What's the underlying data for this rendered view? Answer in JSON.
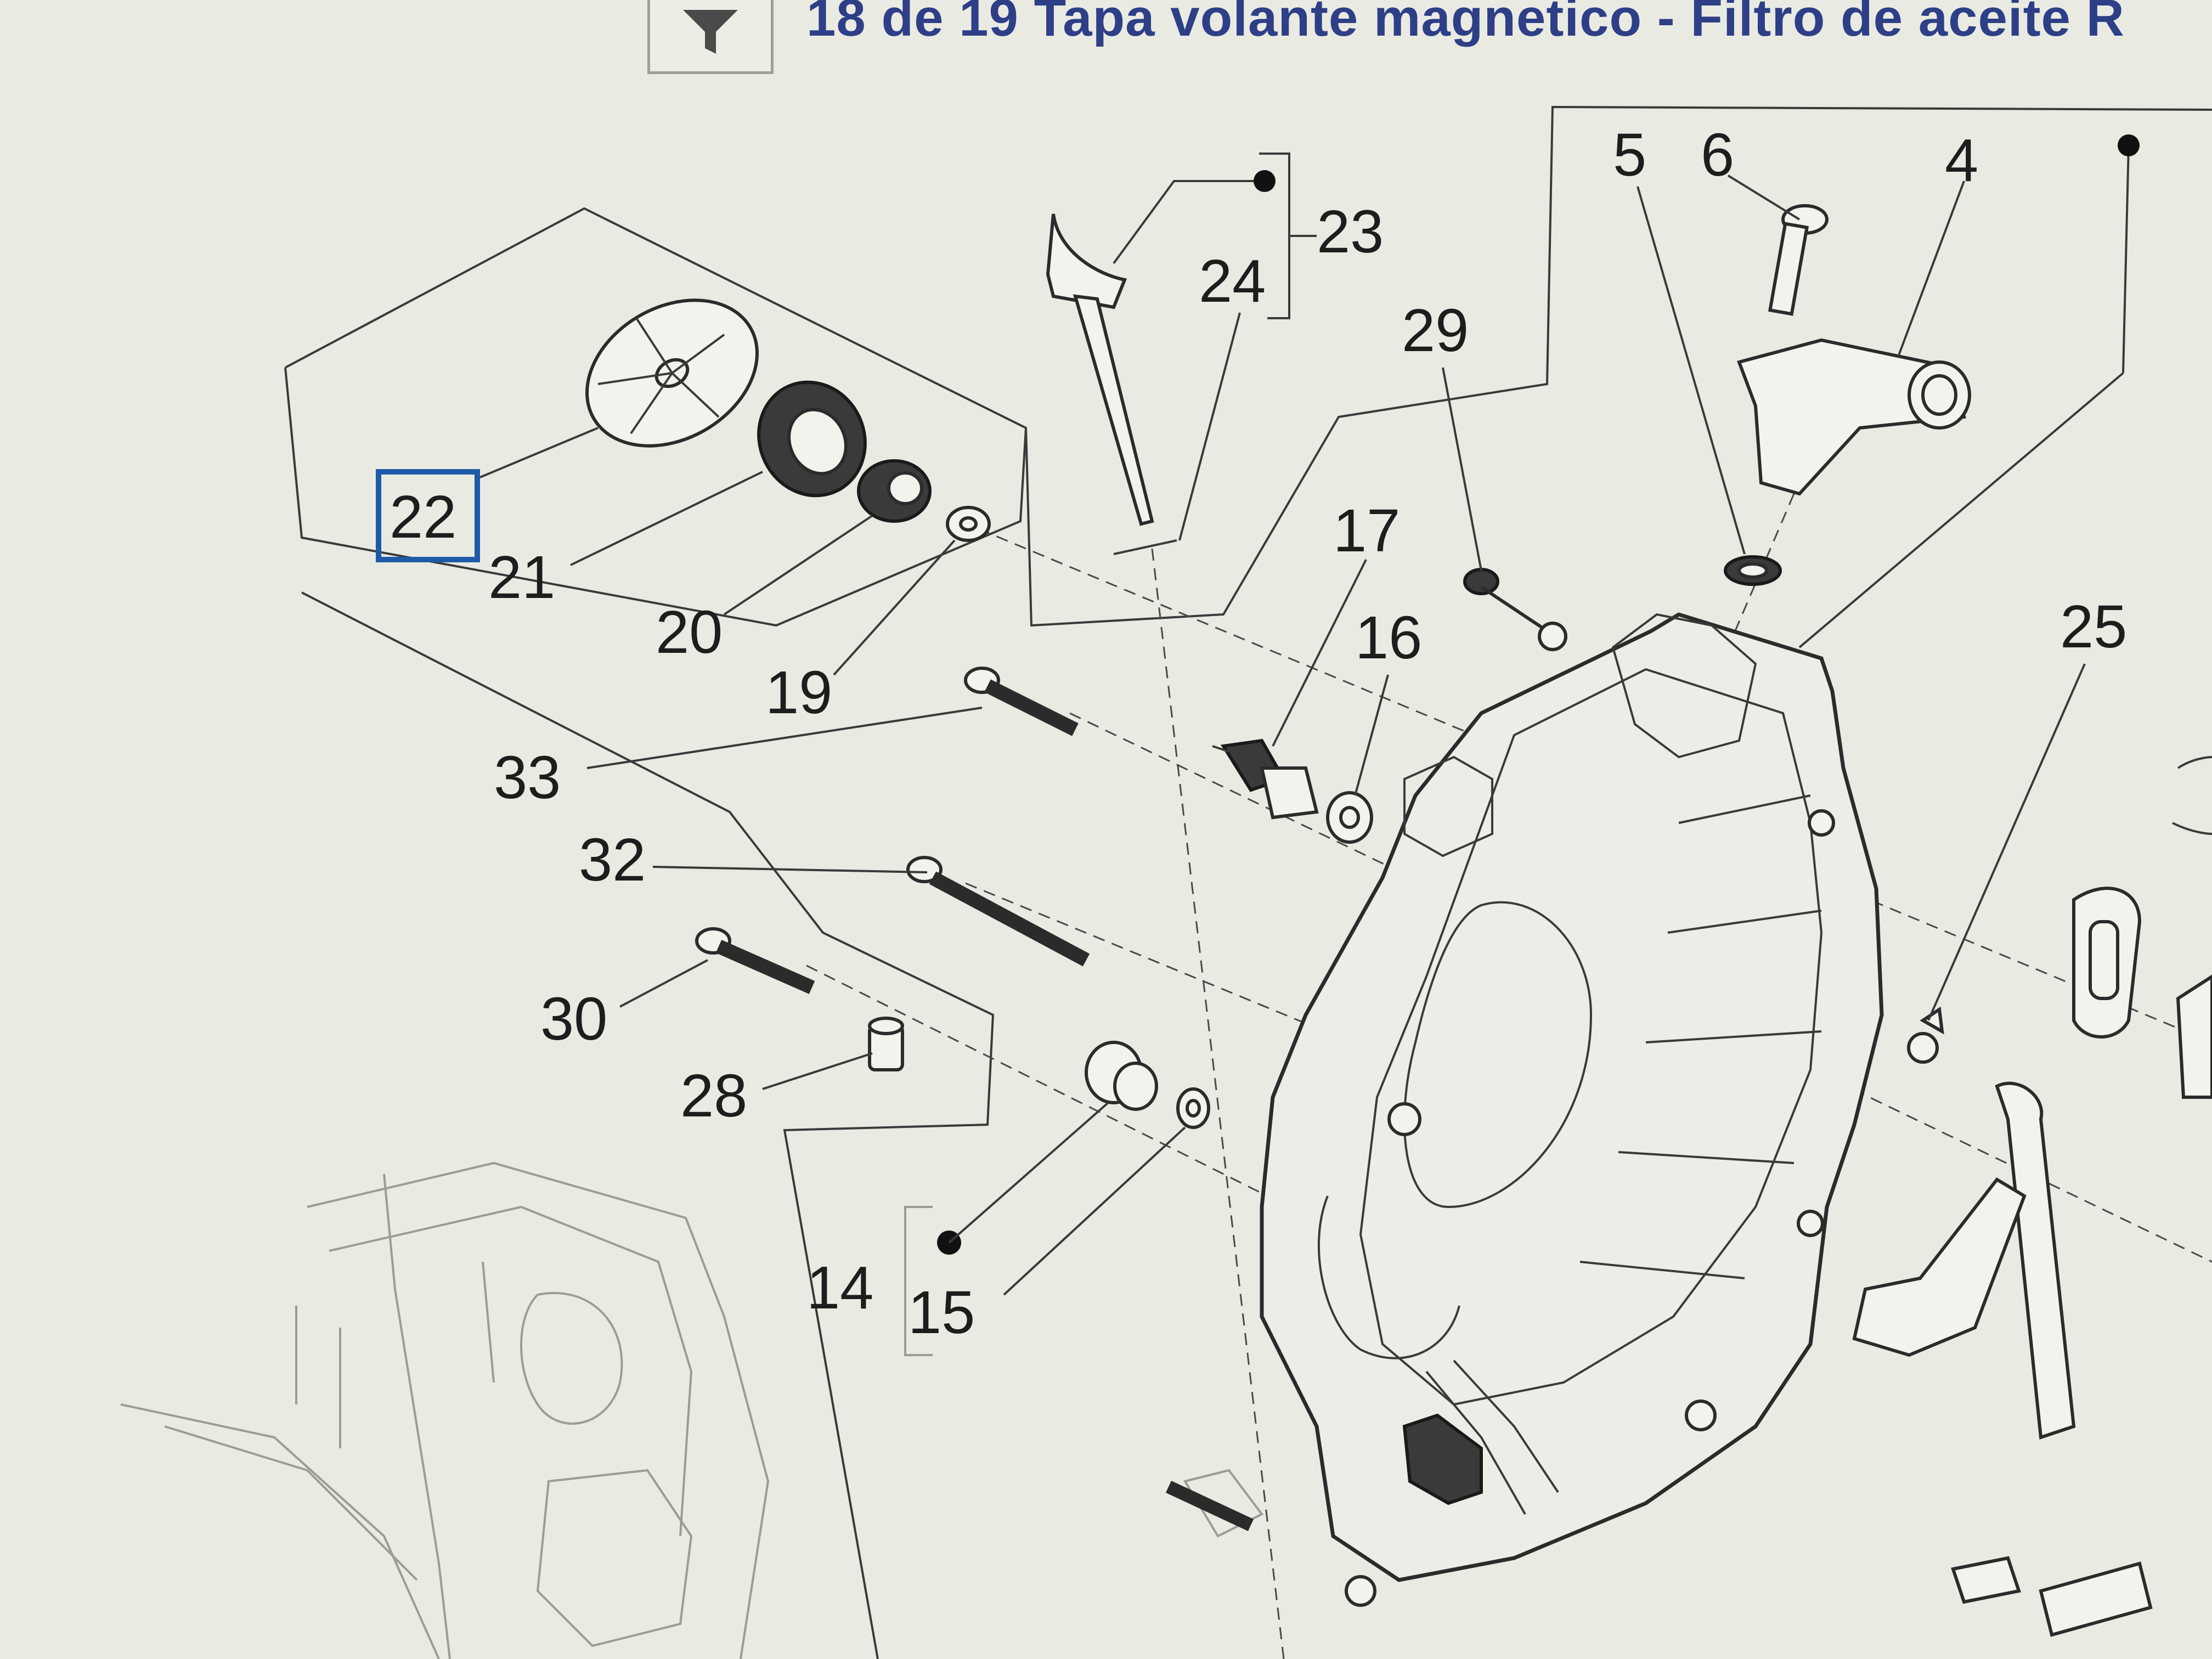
{
  "header": {
    "title": "18 de 19 Tapa volante magnetico - Filtro de aceite R",
    "filter_icon": "filter-icon"
  },
  "diagram": {
    "selected_label": "22",
    "labels": {
      "l22": "22",
      "l21": "21",
      "l20": "20",
      "l19": "19",
      "l23": "23",
      "l24": "24",
      "l29": "29",
      "l5": "5",
      "l6": "6",
      "l4": "4",
      "l17": "17",
      "l16": "16",
      "l25": "25",
      "l33": "33",
      "l32": "32",
      "l30": "30",
      "l28": "28",
      "l14": "14",
      "l15": "15"
    }
  },
  "colors": {
    "background": "#e9ebe3",
    "title": "#2e3f87",
    "selection": "#1f5aa8"
  }
}
